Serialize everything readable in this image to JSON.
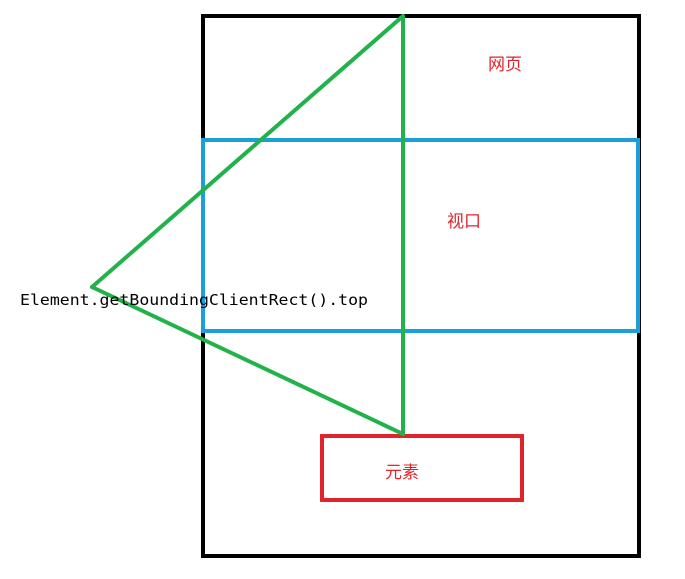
{
  "labels": {
    "webpage": "网页",
    "viewport": "视口",
    "element": "元素",
    "property": "Element.getBoundingClientRect().top"
  },
  "colors": {
    "webpage": "#000000",
    "viewport": "#1a9fd9",
    "element": "#e2232a",
    "arrow": "#22b24c",
    "label_cjk": "#e2232a",
    "label_code": "#000000"
  }
}
